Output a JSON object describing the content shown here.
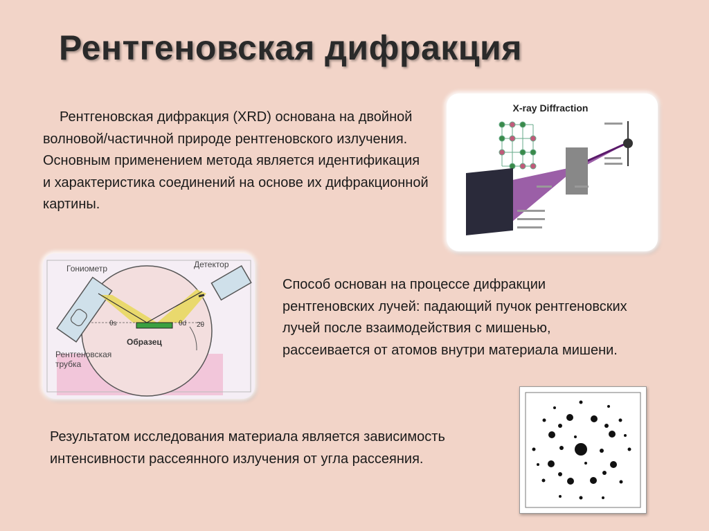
{
  "slide": {
    "title": "Рентгеновская дифракция",
    "paragraph1": "Рентгеновская дифракция (XRD) основана на двойной волновой/частичной природе рентгеновского излучения. Основным применением метода является идентификация и характеристика соединений на основе их дифракционной картины.",
    "paragraph2": "Способ основан на процессе дифракции рентгеновских лучей: падающий пучок рентгеновских лучей после взаимодействия с мишенью, рассеивается от атомов внутри материала мишени.",
    "paragraph3": "Результатом исследования материала является зависимость интенсивности рассеянного излучения от угла рассеяния."
  },
  "xray_figure": {
    "title": "X-ray Diffraction"
  },
  "goniometer_figure": {
    "goniometer_label": "Гониометр",
    "detector_label": "Детектор",
    "tube_label_1": "Рентгеновская",
    "tube_label_2": "трубка",
    "sample_label": "Образец",
    "angle_s": "θs",
    "angle_d": "θd",
    "angle_2theta": "2θ"
  },
  "colors": {
    "background": "#f2d4c8",
    "beam_purple": "#7a2a8a",
    "beam_yellow": "#e8d860",
    "sample_green": "#3aa040"
  }
}
